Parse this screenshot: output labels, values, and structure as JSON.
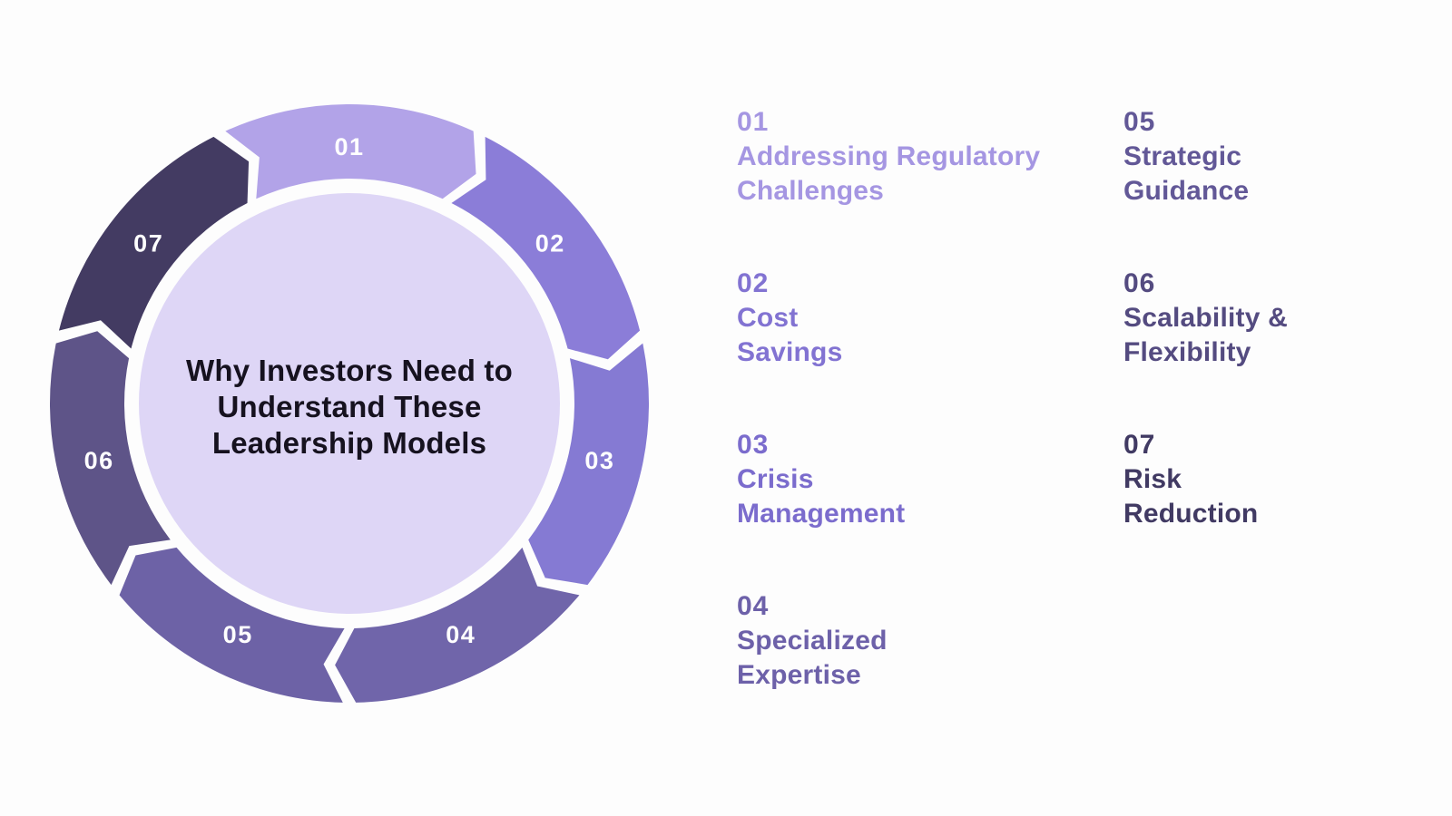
{
  "background": "#fdfdfd",
  "diagram": {
    "title": "Why Investors Need to\nUnderstand These\nLeadership Models",
    "title_color": "#16121f",
    "center_fill": "#ded6f6",
    "ring": {
      "number_label_color": "#ffffff",
      "segments": [
        {
          "number": "01",
          "color": "#b2a3e8"
        },
        {
          "number": "02",
          "color": "#8b7dd8"
        },
        {
          "number": "03",
          "color": "#857ad3"
        },
        {
          "number": "04",
          "color": "#7065aa"
        },
        {
          "number": "05",
          "color": "#6d62a6"
        },
        {
          "number": "06",
          "color": "#5e5488"
        },
        {
          "number": "07",
          "color": "#433b62"
        }
      ]
    }
  },
  "legend": {
    "columns": [
      {
        "items": [
          {
            "number": "01",
            "label": "Addressing Regulatory\nChallenges",
            "color": "#a596e2"
          },
          {
            "number": "02",
            "label": "Cost\nSavings",
            "color": "#8273d2"
          },
          {
            "number": "03",
            "label": "Crisis\nManagement",
            "color": "#7b6ccd"
          },
          {
            "number": "04",
            "label": "Specialized\nExpertise",
            "color": "#6d61a9"
          }
        ]
      },
      {
        "items": [
          {
            "number": "05",
            "label": "Strategic\nGuidance",
            "color": "#625897"
          },
          {
            "number": "06",
            "label": "Scalability &\nFlexibility",
            "color": "#544b80"
          },
          {
            "number": "07",
            "label": "Risk\nReduction",
            "color": "#413a63"
          }
        ]
      }
    ]
  }
}
